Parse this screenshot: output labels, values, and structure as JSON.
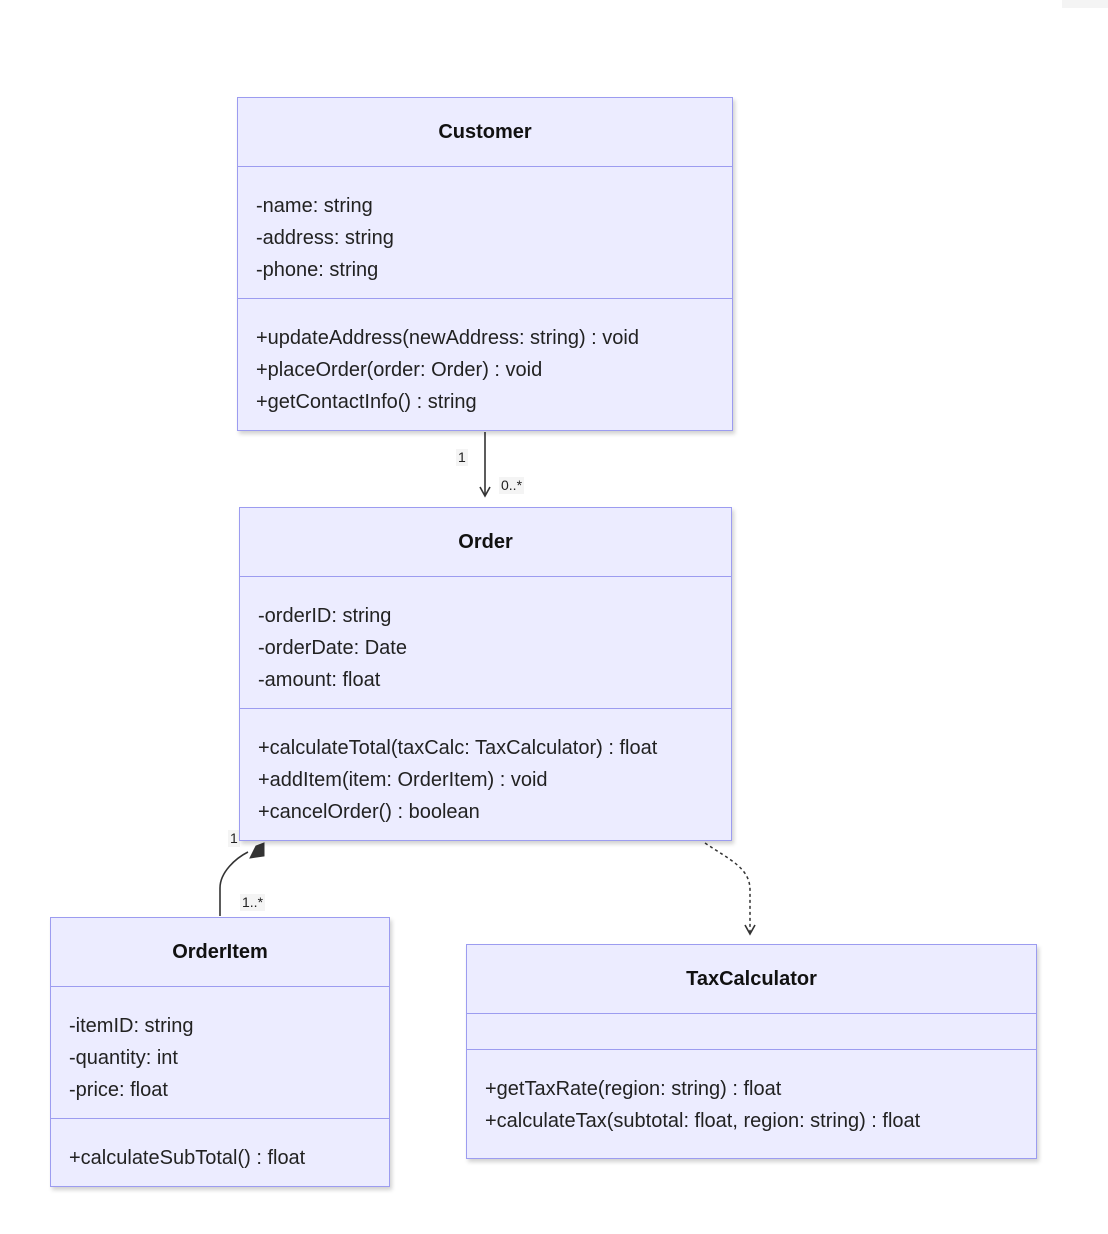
{
  "classes": {
    "customer": {
      "name": "Customer",
      "attributes": [
        "-name: string",
        "-address: string",
        "-phone: string"
      ],
      "methods": [
        "+updateAddress(newAddress: string) : void",
        "+placeOrder(order: Order) : void",
        "+getContactInfo() : string"
      ]
    },
    "order": {
      "name": "Order",
      "attributes": [
        "-orderID: string",
        "-orderDate: Date",
        "-amount: float"
      ],
      "methods": [
        "+calculateTotal(taxCalc: TaxCalculator) : float",
        "+addItem(item: OrderItem) : void",
        "+cancelOrder() : boolean"
      ]
    },
    "orderitem": {
      "name": "OrderItem",
      "attributes": [
        "-itemID: string",
        "-quantity: int",
        "-price: float"
      ],
      "methods": [
        "+calculateSubTotal() : float"
      ]
    },
    "taxcalculator": {
      "name": "TaxCalculator",
      "attributes": [],
      "methods": [
        "+getTaxRate(region: string) : float",
        "+calculateTax(subtotal: float, region: string) : float"
      ]
    }
  },
  "relations": {
    "customer_order": {
      "from_mult": "1",
      "to_mult": "0..*"
    },
    "order_orderitem": {
      "from_mult": "1",
      "to_mult": "1..*"
    }
  },
  "colors": {
    "box_fill": "#ECECFF",
    "box_border": "#9C9CF0",
    "line": "#333333"
  }
}
